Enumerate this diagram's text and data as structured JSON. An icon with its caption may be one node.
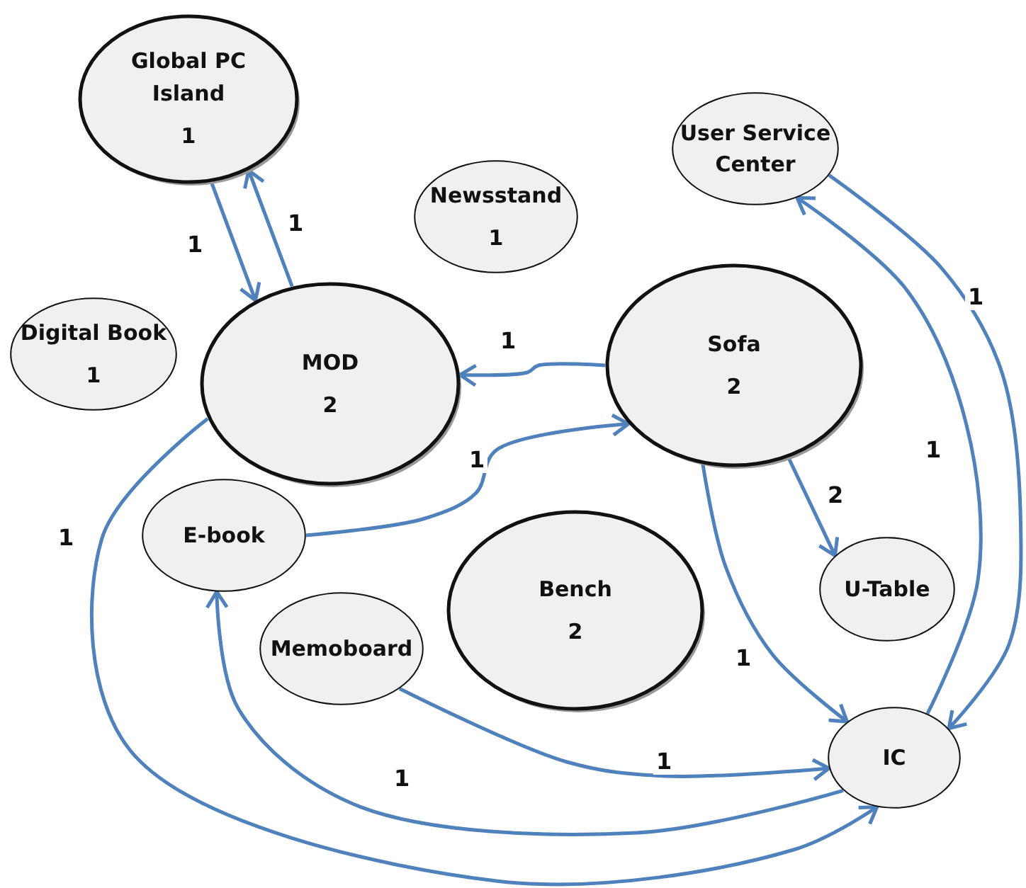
{
  "diagram": {
    "nodes": [
      {
        "text": [
          "Global PC Island",
          "1"
        ]
      },
      {
        "text": [
          "User Service Center"
        ]
      },
      {
        "text": [
          "Newsstand",
          "1"
        ]
      },
      {
        "text": [
          "Digital Book",
          "1"
        ]
      },
      {
        "text": [
          "MOD",
          "2"
        ]
      },
      {
        "text": [
          "Sofa",
          "2"
        ]
      },
      {
        "text": [
          "E-book"
        ]
      },
      {
        "text": [
          "Memoboard"
        ]
      },
      {
        "text": [
          "Bench",
          "2"
        ]
      },
      {
        "text": [
          "U-Table"
        ]
      },
      {
        "text": [
          "IC"
        ]
      }
    ],
    "edges": [
      {
        "from": 0,
        "to": 4,
        "arrow": "to",
        "label": "1"
      },
      {
        "from": 4,
        "to": 0,
        "arrow": "to",
        "label": "1"
      },
      {
        "from": 5,
        "to": 4,
        "arrow": "to",
        "label": "1"
      },
      {
        "from": 6,
        "to": 5,
        "arrow": "to",
        "label": "1"
      },
      {
        "from": 5,
        "to": 9,
        "arrow": "to",
        "label": "2"
      },
      {
        "from": 5,
        "to": 10,
        "arrow": "to",
        "label": "1"
      },
      {
        "from": 10,
        "to": 1,
        "arrow": "to",
        "label": "1"
      },
      {
        "from": 1,
        "to": 10,
        "arrow": "to",
        "label": "1"
      },
      {
        "from": 7,
        "to": 10,
        "arrow": "to",
        "label": "1"
      },
      {
        "from": 10,
        "to": 6,
        "arrow": "to",
        "label": "1"
      },
      {
        "from": 4,
        "to": 10,
        "arrow": "to",
        "label": "1"
      }
    ]
  }
}
